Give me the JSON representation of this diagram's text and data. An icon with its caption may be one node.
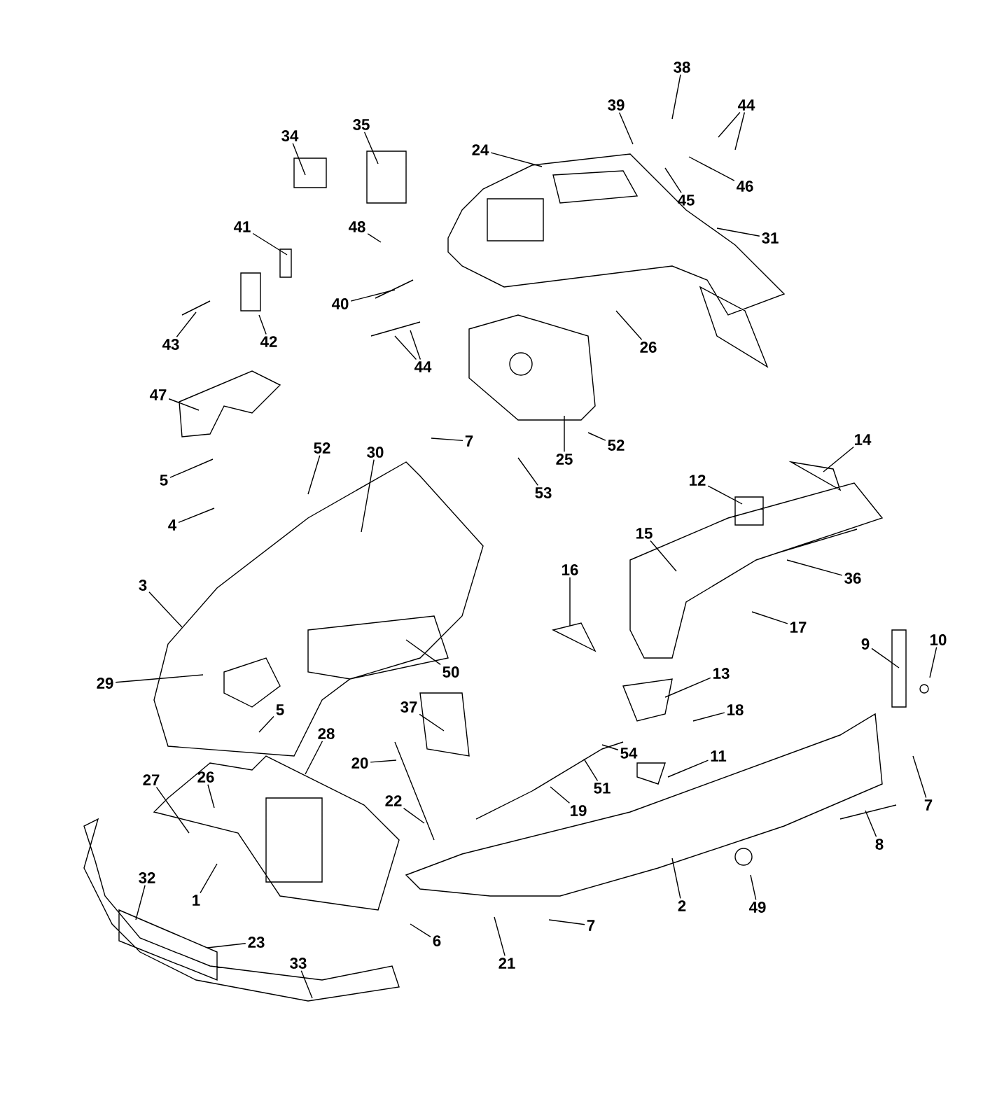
{
  "diagram": {
    "nodes": [
      {
        "text": [
          "38"
        ]
      },
      {
        "text": [
          "39"
        ]
      },
      {
        "text": [
          "44"
        ]
      },
      {
        "text": [
          "35"
        ]
      },
      {
        "text": [
          "34"
        ]
      },
      {
        "text": [
          "24"
        ]
      },
      {
        "text": [
          "46"
        ]
      },
      {
        "text": [
          "45"
        ]
      },
      {
        "text": [
          "41"
        ]
      },
      {
        "text": [
          "48"
        ]
      },
      {
        "text": [
          "31"
        ]
      },
      {
        "text": [
          "40"
        ]
      },
      {
        "text": [
          "43"
        ]
      },
      {
        "text": [
          "42"
        ]
      },
      {
        "text": [
          "26"
        ]
      },
      {
        "text": [
          "44"
        ]
      },
      {
        "text": [
          "47"
        ]
      },
      {
        "text": [
          "7"
        ]
      },
      {
        "text": [
          "52"
        ]
      },
      {
        "text": [
          "52"
        ]
      },
      {
        "text": [
          "30"
        ]
      },
      {
        "text": [
          "25"
        ]
      },
      {
        "text": [
          "14"
        ]
      },
      {
        "text": [
          "12"
        ]
      },
      {
        "text": [
          "5"
        ]
      },
      {
        "text": [
          "53"
        ]
      },
      {
        "text": [
          "4"
        ]
      },
      {
        "text": [
          "15"
        ]
      },
      {
        "text": [
          "16"
        ]
      },
      {
        "text": [
          "36"
        ]
      },
      {
        "text": [
          "3"
        ]
      },
      {
        "text": [
          "17"
        ]
      },
      {
        "text": [
          "10"
        ]
      },
      {
        "text": [
          "9"
        ]
      },
      {
        "text": [
          "50"
        ]
      },
      {
        "text": [
          "13"
        ]
      },
      {
        "text": [
          "29"
        ]
      },
      {
        "text": [
          "37"
        ]
      },
      {
        "text": [
          "5"
        ]
      },
      {
        "text": [
          "18"
        ]
      },
      {
        "text": [
          "28"
        ]
      },
      {
        "text": [
          "54"
        ]
      },
      {
        "text": [
          "11"
        ]
      },
      {
        "text": [
          "20"
        ]
      },
      {
        "text": [
          "26"
        ]
      },
      {
        "text": [
          "27"
        ]
      },
      {
        "text": [
          "51"
        ]
      },
      {
        "text": [
          "22"
        ]
      },
      {
        "text": [
          "7"
        ]
      },
      {
        "text": [
          "19"
        ]
      },
      {
        "text": [
          "8"
        ]
      },
      {
        "text": [
          "32"
        ]
      },
      {
        "text": [
          "1"
        ]
      },
      {
        "text": [
          "2"
        ]
      },
      {
        "text": [
          "49"
        ]
      },
      {
        "text": [
          "7"
        ]
      },
      {
        "text": [
          "6"
        ]
      },
      {
        "text": [
          "23"
        ]
      },
      {
        "text": [
          "21"
        ]
      },
      {
        "text": [
          "33"
        ]
      }
    ],
    "edges": [
      {
        "from": 0,
        "to": null,
        "arrow": "none"
      },
      {
        "from": 1,
        "to": null,
        "arrow": "none"
      },
      {
        "from": 2,
        "to": null,
        "arrow": "none"
      },
      {
        "from": 2,
        "to": null,
        "arrow": "none"
      },
      {
        "from": 3,
        "to": null,
        "arrow": "none"
      },
      {
        "from": 4,
        "to": null,
        "arrow": "none"
      },
      {
        "from": 5,
        "to": null,
        "arrow": "none"
      },
      {
        "from": 6,
        "to": null,
        "arrow": "none"
      },
      {
        "from": 7,
        "to": null,
        "arrow": "none"
      },
      {
        "from": 8,
        "to": null,
        "arrow": "none"
      },
      {
        "from": 9,
        "to": null,
        "arrow": "none"
      },
      {
        "from": 10,
        "to": null,
        "arrow": "none"
      },
      {
        "from": 11,
        "to": null,
        "arrow": "none"
      },
      {
        "from": 12,
        "to": null,
        "arrow": "none"
      },
      {
        "from": 13,
        "to": null,
        "arrow": "none"
      },
      {
        "from": 14,
        "to": null,
        "arrow": "none"
      },
      {
        "from": 15,
        "to": null,
        "arrow": "none"
      },
      {
        "from": 15,
        "to": null,
        "arrow": "none"
      },
      {
        "from": 16,
        "to": null,
        "arrow": "none"
      },
      {
        "from": 17,
        "to": null,
        "arrow": "none"
      },
      {
        "from": 18,
        "to": null,
        "arrow": "none"
      },
      {
        "from": 19,
        "to": null,
        "arrow": "none"
      },
      {
        "from": 20,
        "to": null,
        "arrow": "none"
      },
      {
        "from": 21,
        "to": null,
        "arrow": "none"
      },
      {
        "from": 22,
        "to": null,
        "arrow": "none"
      },
      {
        "from": 23,
        "to": null,
        "arrow": "none"
      },
      {
        "from": 24,
        "to": null,
        "arrow": "none"
      },
      {
        "from": 25,
        "to": null,
        "arrow": "none"
      },
      {
        "from": 26,
        "to": null,
        "arrow": "none"
      },
      {
        "from": 27,
        "to": null,
        "arrow": "none"
      },
      {
        "from": 28,
        "to": null,
        "arrow": "none"
      },
      {
        "from": 29,
        "to": null,
        "arrow": "none"
      },
      {
        "from": 30,
        "to": null,
        "arrow": "none"
      },
      {
        "from": 31,
        "to": null,
        "arrow": "none"
      },
      {
        "from": 32,
        "to": null,
        "arrow": "none"
      },
      {
        "from": 33,
        "to": null,
        "arrow": "none"
      },
      {
        "from": 34,
        "to": null,
        "arrow": "none"
      },
      {
        "from": 35,
        "to": null,
        "arrow": "none"
      },
      {
        "from": 36,
        "to": null,
        "arrow": "none"
      },
      {
        "from": 37,
        "to": null,
        "arrow": "none"
      },
      {
        "from": 38,
        "to": null,
        "arrow": "none"
      },
      {
        "from": 39,
        "to": null,
        "arrow": "none"
      },
      {
        "from": 40,
        "to": null,
        "arrow": "none"
      },
      {
        "from": 41,
        "to": null,
        "arrow": "none"
      },
      {
        "from": 42,
        "to": null,
        "arrow": "none"
      },
      {
        "from": 43,
        "to": null,
        "arrow": "none"
      },
      {
        "from": 44,
        "to": null,
        "arrow": "none"
      },
      {
        "from": 45,
        "to": null,
        "arrow": "none"
      },
      {
        "from": 46,
        "to": null,
        "arrow": "none"
      },
      {
        "from": 47,
        "to": null,
        "arrow": "none"
      },
      {
        "from": 48,
        "to": null,
        "arrow": "none"
      },
      {
        "from": 49,
        "to": null,
        "arrow": "none"
      },
      {
        "from": 50,
        "to": null,
        "arrow": "none"
      },
      {
        "from": 51,
        "to": null,
        "arrow": "none"
      },
      {
        "from": 52,
        "to": null,
        "arrow": "none"
      },
      {
        "from": 53,
        "to": null,
        "arrow": "none"
      },
      {
        "from": 54,
        "to": null,
        "arrow": "none"
      },
      {
        "from": 55,
        "to": null,
        "arrow": "none"
      },
      {
        "from": 56,
        "to": null,
        "arrow": "none"
      },
      {
        "from": 57,
        "to": null,
        "arrow": "none"
      },
      {
        "from": 58,
        "to": null,
        "arrow": "none"
      },
      {
        "from": 59,
        "to": null,
        "arrow": "none"
      }
    ]
  }
}
